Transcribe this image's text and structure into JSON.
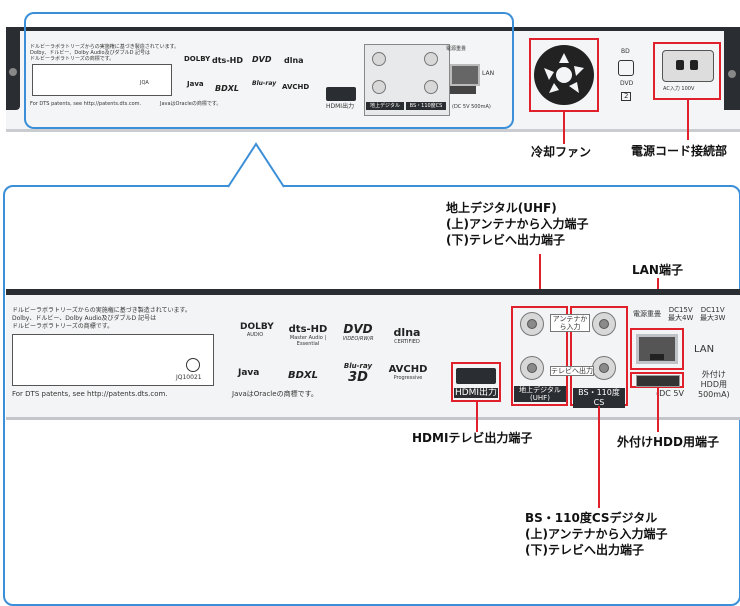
{
  "top_panel": {
    "notice_lines": [
      "ドルビーラボラトリーズからの実施権に基づき製造されています。",
      "Dolby、ドルビー、Dolby Audio及びダブルD 記号は",
      "ドルビーラボラトリーズの商標です。"
    ],
    "dts_note": "For DTS patents, see http://patents.dts.com.",
    "java_note": "JavaはOracleの商標です。",
    "jqa_code": "JQ10021",
    "jqa": "JQA",
    "logos": {
      "dolby": "DOLBY",
      "dolby_sub": "AUDIO",
      "dts": "dts-HD",
      "dts_sub": "Master Audio | Essential",
      "dvd": "DVD",
      "dvd_sub": "VIDEO/RW/R",
      "dlna": "dlna",
      "dlna_sub": "CERTIFIED",
      "java": "Java",
      "bdxl": "BDXL",
      "bluray": "Blu-ray",
      "bluray_3d": "3D",
      "avchd": "AVCHD",
      "avchd_sub": "Progressive"
    },
    "hdmi_label": "HDMI出力",
    "terrestrial_label": "地上デジタル",
    "terrestrial_uhf": "(UHF)",
    "bs_label": "BS・110度CS",
    "antenna_in": "アンテナから入力",
    "tv_out": "テレビへ出力",
    "power_supply": "電源重畳",
    "dc15v": "DC15V",
    "dc15v_max": "最大4W",
    "dc11v": "DC11V",
    "dc11v_max": "最大3W",
    "lan": "LAN",
    "ext_hdd": "外付け",
    "ext_hdd2": "HDD用",
    "dc5v": "(DC 5V 500mA)",
    "bd": "BD",
    "dvd_mark": "DVD",
    "dvd_num": "2",
    "ac_input": "AC入力 100V"
  },
  "annotations": {
    "cooling_fan": "冷却ファン",
    "power_cord": "電源コード接続部",
    "terrestrial": [
      "地上デジタル(UHF)",
      "(上)アンテナから入力端子",
      "(下)テレビへ出力端子"
    ],
    "lan": "LAN端子",
    "hdmi": "HDMIテレビ出力端子",
    "ext_hdd": "外付けHDD用端子",
    "bs": [
      "BS・110度CSデジタル",
      "(上)アンテナから入力端子",
      "(下)テレビへ出力端子"
    ]
  },
  "detail_panel": {
    "dc5v": "(DC 5V",
    "dc5v2": "500mA)"
  },
  "colors": {
    "highlight": "#e0202a",
    "callout": "#3b8fd8",
    "panel": "#f3f4f5",
    "dark": "#2a2d31"
  }
}
